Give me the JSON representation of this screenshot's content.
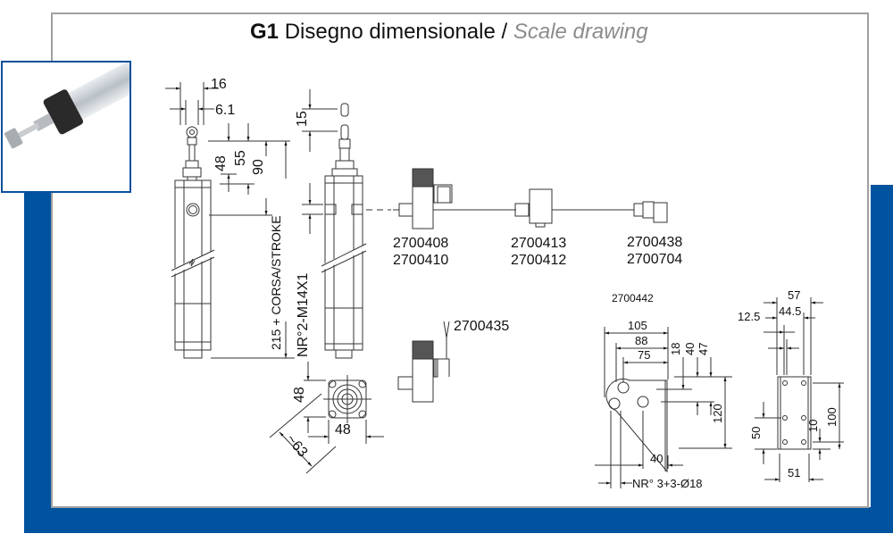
{
  "title": {
    "code": "G1",
    "italian": "Disegno dimensionale /",
    "english": "Scale drawing"
  },
  "colors": {
    "frame_blue": "#00539f",
    "panel_border": "#a0a0a0",
    "subtitle_gray": "#8c8c8c"
  },
  "photo": {
    "alt": "Linear actuator with rod end and black sensor head"
  },
  "cylinder_side": {
    "dims": {
      "rod_width": "16",
      "rod_dia": "6.1",
      "d48": "48",
      "d55": "55",
      "d90": "90",
      "length": "215 + CORSA/STROKE",
      "thread": "NR°2-M14X1"
    }
  },
  "cylinder_front": {
    "dims": {
      "d15": "15"
    }
  },
  "end_view": {
    "dims": {
      "height": "48",
      "width": "48",
      "diag": "~63"
    }
  },
  "sensors": {
    "s1": [
      "2700408",
      "2700410"
    ],
    "s2": [
      "2700413",
      "2700412"
    ],
    "s3": [
      "2700438",
      "2700704"
    ],
    "s4": "2700435"
  },
  "bracket_side": {
    "part": "2700442",
    "dims": {
      "d105": "105",
      "d88": "88",
      "d75": "75",
      "d18": "18",
      "d40v": "40",
      "d47": "47",
      "d120": "120",
      "d40h": "40",
      "holes": "NR° 3+3-Ø18"
    }
  },
  "bracket_front": {
    "dims": {
      "d57": "57",
      "d44_5": "44.5",
      "d12_5": "12.5",
      "d100": "100",
      "d10": "10",
      "d50": "50",
      "d51": "51"
    }
  }
}
